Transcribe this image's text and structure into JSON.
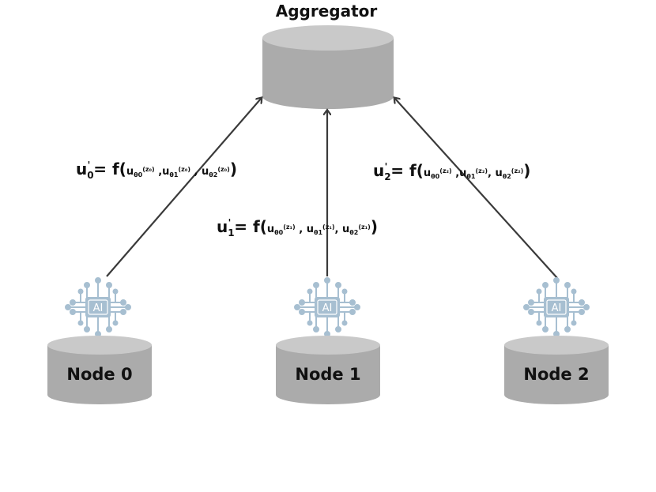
{
  "aggregator": {
    "label": "Aggregator"
  },
  "nodes": [
    {
      "label": "Node 0",
      "chip": "AI"
    },
    {
      "label": "Node 1",
      "chip": "AI"
    },
    {
      "label": "Node 2",
      "chip": "AI"
    }
  ],
  "updates": [
    {
      "lhs": "u",
      "lhs_sub": "0",
      "lhs_sup": "'",
      "eq": "= f(",
      "terms": [
        {
          "u": "u",
          "sub": "θ",
          "subsub": "0",
          "arg": "(z₀)"
        },
        {
          "u": "u",
          "sub": "θ",
          "subsub": "1",
          "arg": "(z₀)"
        },
        {
          "u": "u",
          "sub": "θ",
          "subsub": "2",
          "arg": "(z₀)"
        }
      ],
      "close": ")"
    },
    {
      "lhs": "u",
      "lhs_sub": "1",
      "lhs_sup": "'",
      "eq": "= f(",
      "terms": [
        {
          "u": "u",
          "sub": "θ",
          "subsub": "0",
          "arg": "(z₁)"
        },
        {
          "u": "u",
          "sub": "θ",
          "subsub": "1",
          "arg": "(z₁)"
        },
        {
          "u": "u",
          "sub": "θ",
          "subsub": "2",
          "arg": "(z₁)"
        }
      ],
      "close": ")"
    },
    {
      "lhs": "u",
      "lhs_sub": "2",
      "lhs_sup": "'",
      "eq": "= f(",
      "terms": [
        {
          "u": "u",
          "sub": "θ",
          "subsub": "0",
          "arg": "(z₂)"
        },
        {
          "u": "u",
          "sub": "θ",
          "subsub": "1",
          "arg": "(z₂)"
        },
        {
          "u": "u",
          "sub": "θ",
          "subsub": "2",
          "arg": "(z₂)"
        }
      ],
      "close": ")"
    }
  ],
  "colors": {
    "cylinder": "#ababab",
    "cylinder_top": "#c9c9c9",
    "arrow": "#3a3a3a",
    "chip": "#a7bfd1"
  },
  "icons": [
    "ai-chip-icon"
  ]
}
